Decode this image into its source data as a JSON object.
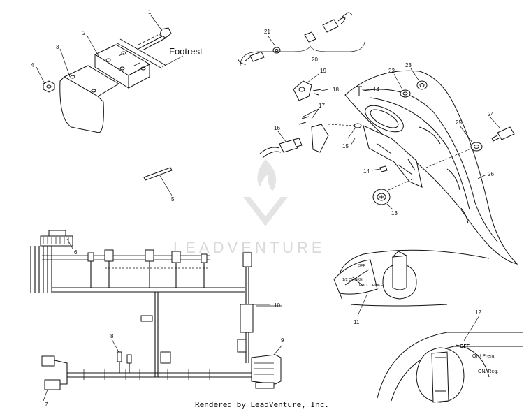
{
  "footrest_label": "Footrest",
  "callouts": [
    "1",
    "2",
    "3",
    "4",
    "5",
    "6",
    "7",
    "8",
    "9",
    "10",
    "11",
    "12",
    "13",
    "14",
    "14",
    "15",
    "16",
    "17",
    "18",
    "19",
    "20",
    "21",
    "22",
    "23",
    "24",
    "25",
    "26"
  ],
  "choke_labels": [
    "OFF",
    "1/2 CHOKE",
    "FULL CHOKE"
  ],
  "fuel_labels": {
    "off": "OFF",
    "prem": "ON/ Prem.",
    "reg": "ON/ Reg."
  },
  "watermark": "LEADVENTURE",
  "footer": "Rendered by LeadVenture, Inc."
}
